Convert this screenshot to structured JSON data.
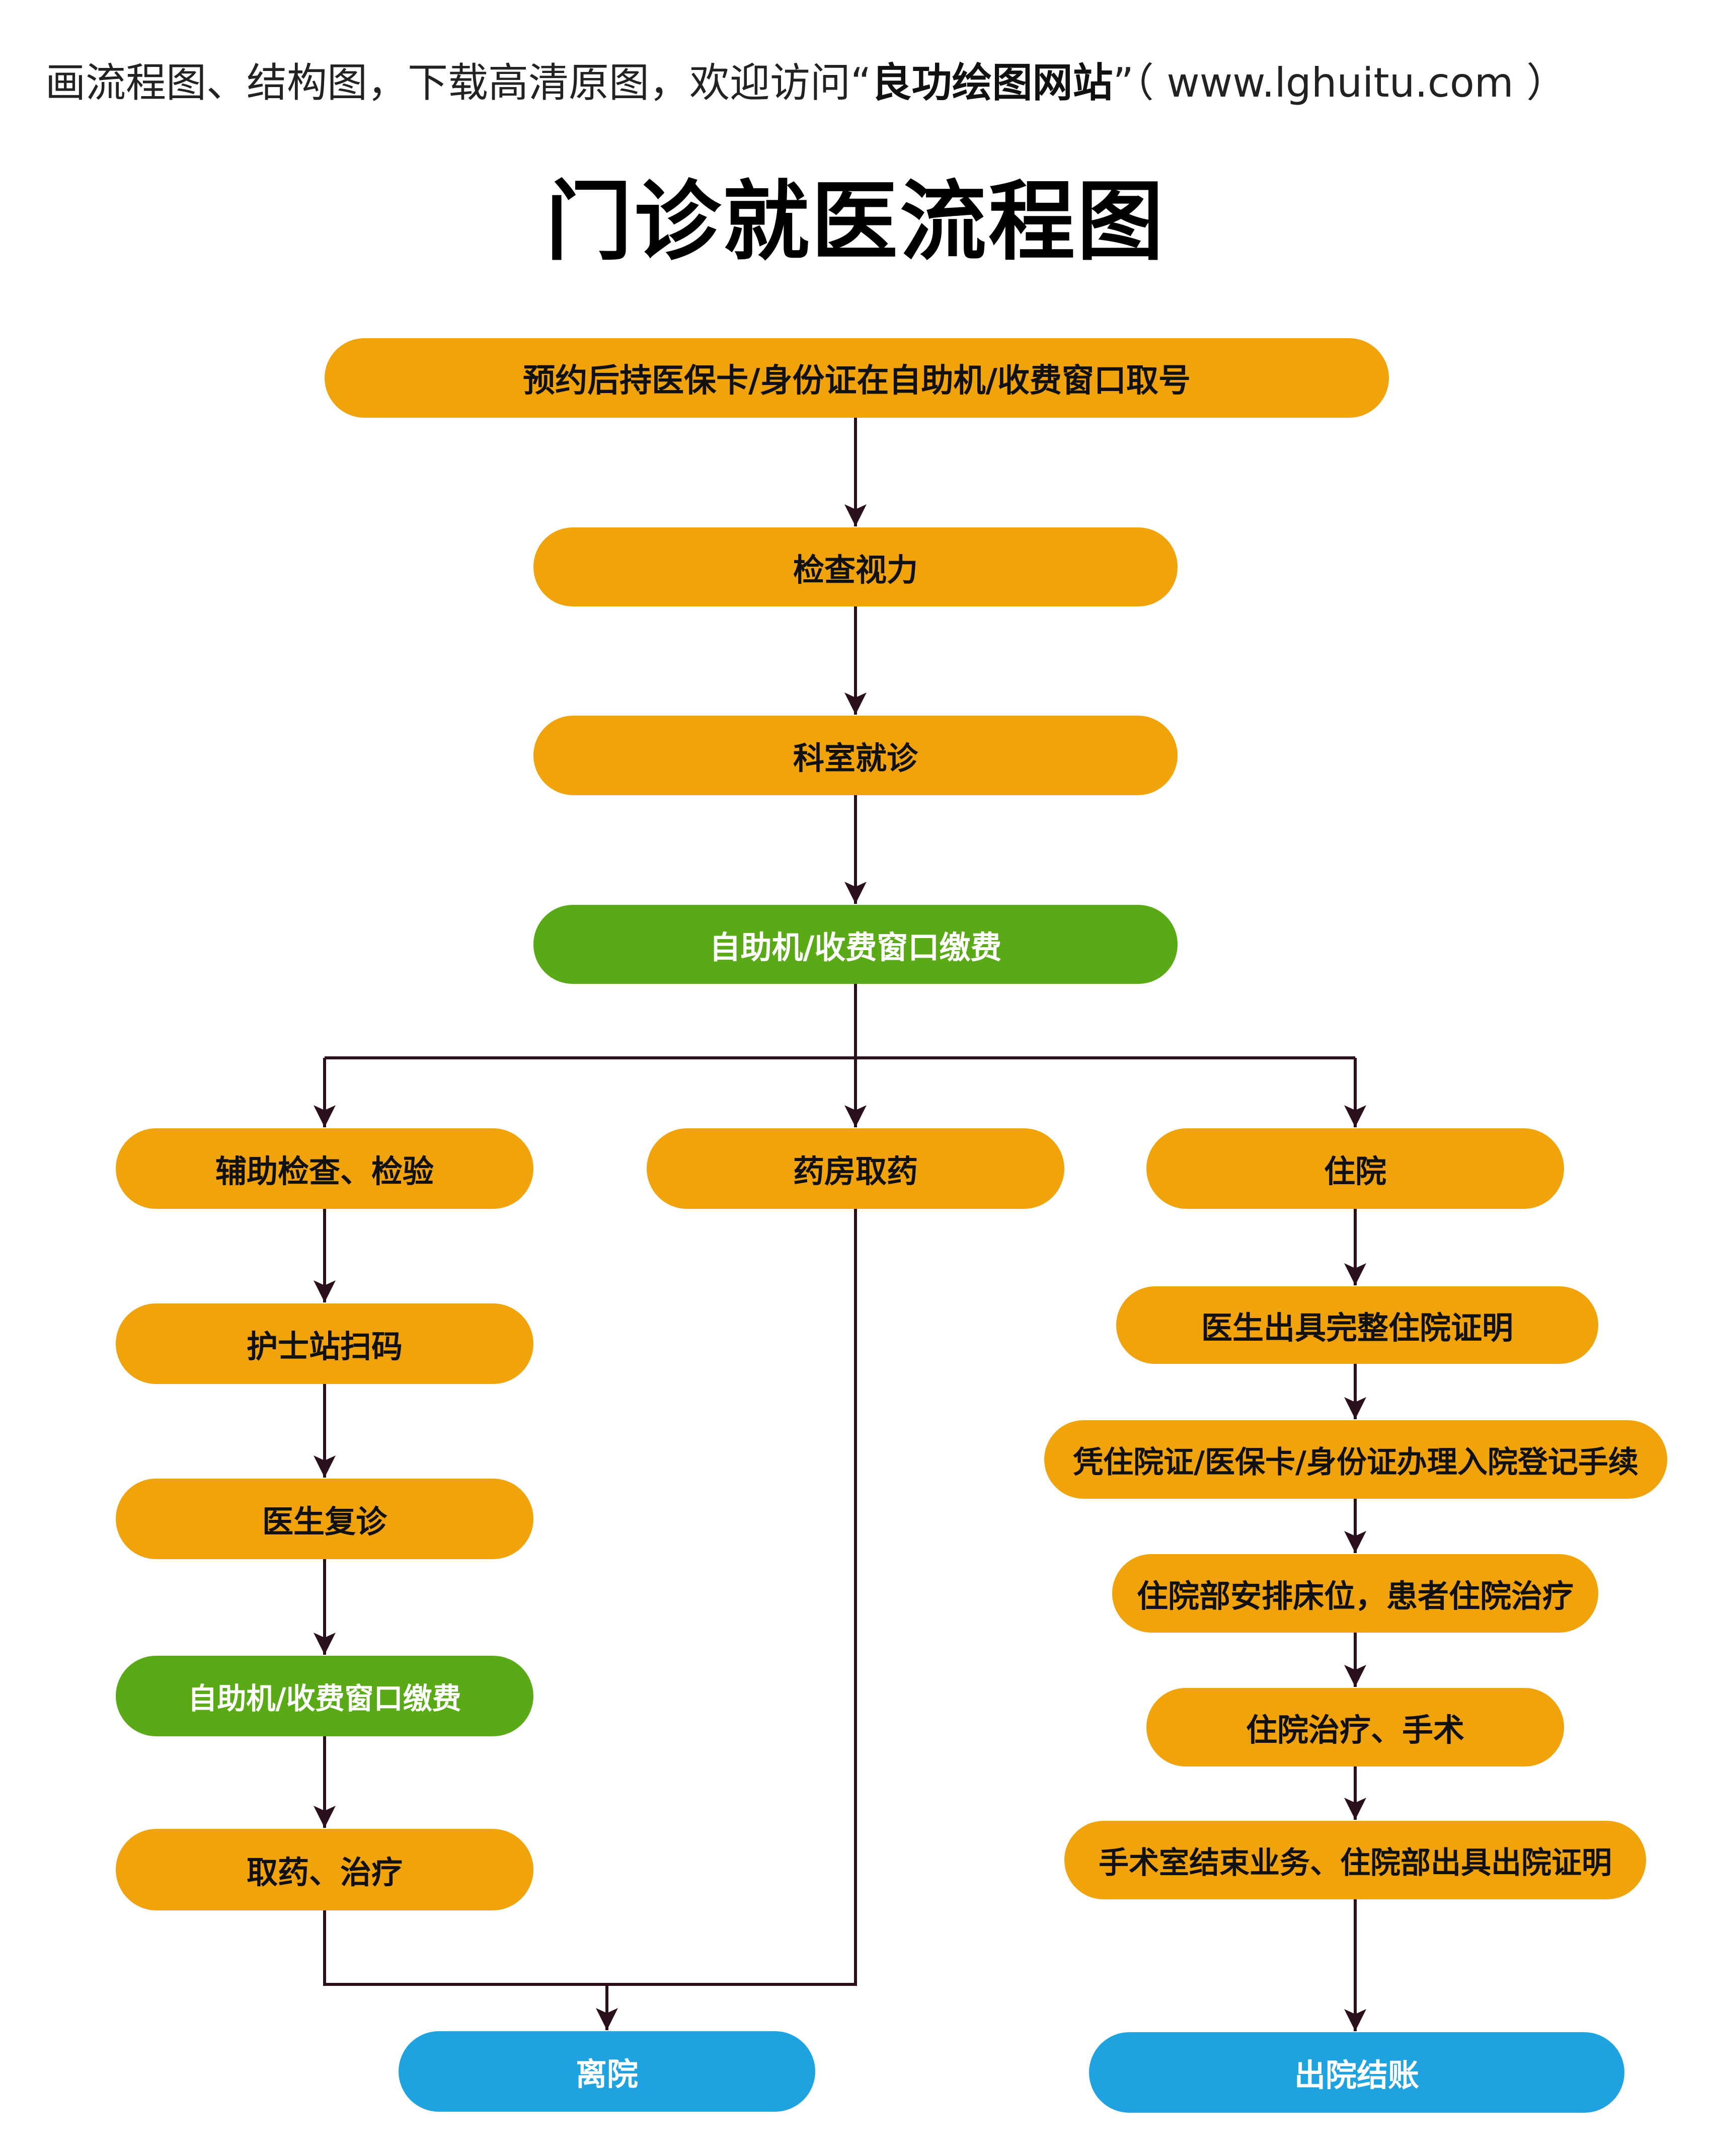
{
  "header": {
    "prefix": "画流程图、结构图，下载高清原图，欢迎访问“",
    "brand": "良功绘图网站",
    "suffix": "”（ www.lghuitu.com ）"
  },
  "title": "门诊就医流程图",
  "colors": {
    "orange": "#f0a30a",
    "green": "#5aaa17",
    "blue": "#1fa3e0",
    "connector": "#2b0f1c"
  },
  "nodes": {
    "register": "预约后持医保卡/身份证在自助机/收费窗口取号",
    "vision": "检查视力",
    "consult": "科室就诊",
    "pay1": "自助机/收费窗口缴费",
    "exam": "辅助检查、检验",
    "pharmacy": "药房取药",
    "hospitalize": "住院",
    "nurse_scan": "护士站扫码",
    "revisit": "医生复诊",
    "pay2": "自助机/收费窗口缴费",
    "meds_treat": "取药、治疗",
    "leave": "离院",
    "cert": "医生出具完整住院证明",
    "admit": "凭住院证/医保卡/身份证办理入院登记手续",
    "bed": "住院部安排床位，患者住院治疗",
    "surgery": "住院治疗、手术",
    "discharge_cert": "手术室结束业务、住院部出具出院证明",
    "checkout": "出院结账"
  }
}
